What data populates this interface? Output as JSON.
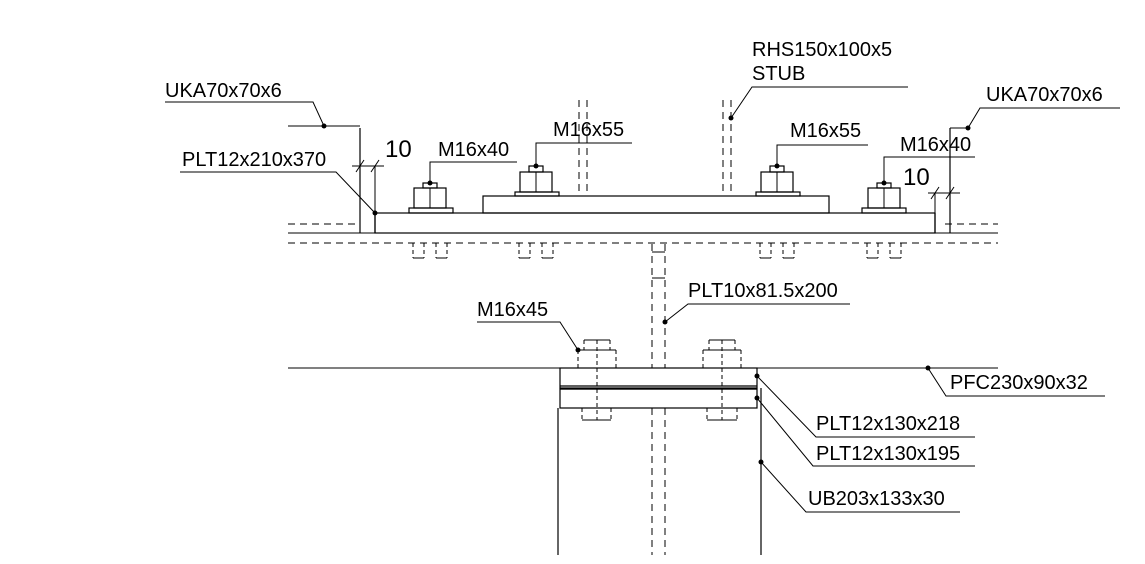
{
  "labels": {
    "rhs_line1": "RHS150x100x5",
    "rhs_line2": "STUB",
    "uka_left": "UKA70x70x6",
    "uka_right": "UKA70x70x6",
    "plt_top": "PLT12x210x370",
    "gap_left": "10",
    "gap_right": "10",
    "bolt_m16x40_left": "M16x40",
    "bolt_m16x55_left": "M16x55",
    "bolt_m16x55_right": "M16x55",
    "bolt_m16x40_right": "M16x40",
    "plt_web": "PLT10x81.5x200",
    "bolt_m16x45": "M16x45",
    "pfc": "PFC230x90x32",
    "plt_218": "PLT12x130x218",
    "plt_195": "PLT12x130x195",
    "ub": "UB203x133x30"
  }
}
